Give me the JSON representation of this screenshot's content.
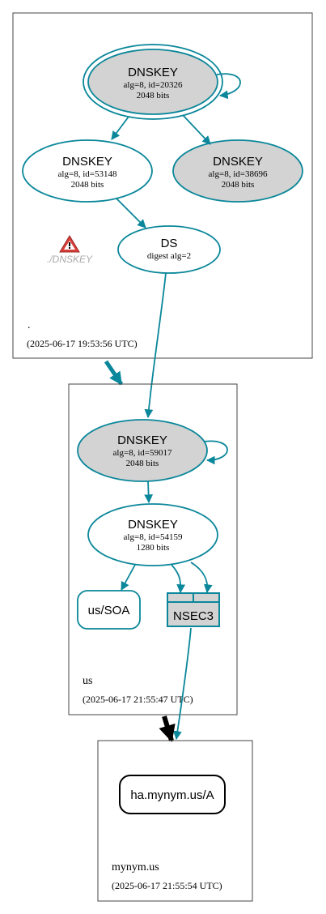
{
  "zones": {
    "root": {
      "label": ".",
      "timestamp": "(2025-06-17 19:53:56 UTC)"
    },
    "us": {
      "label": "us",
      "timestamp": "(2025-06-17 21:55:47 UTC)"
    },
    "mynym": {
      "label": "mynym.us",
      "timestamp": "(2025-06-17 21:55:54 UTC)"
    }
  },
  "nodes": {
    "root_ksk": {
      "title": "DNSKEY",
      "line1": "alg=8, id=20326",
      "line2": "2048 bits"
    },
    "root_zsk1": {
      "title": "DNSKEY",
      "line1": "alg=8, id=53148",
      "line2": "2048 bits"
    },
    "root_zsk2": {
      "title": "DNSKEY",
      "line1": "alg=8, id=38696",
      "line2": "2048 bits"
    },
    "ds": {
      "title": "DS",
      "line1": "digest alg=2"
    },
    "warning": {
      "label": "./DNSKEY"
    },
    "us_ksk": {
      "title": "DNSKEY",
      "line1": "alg=8, id=59017",
      "line2": "2048 bits"
    },
    "us_zsk": {
      "title": "DNSKEY",
      "line1": "alg=8, id=54159",
      "line2": "1280 bits"
    },
    "us_soa": {
      "label": "us/SOA"
    },
    "nsec3": {
      "label": "NSEC3"
    },
    "a_record": {
      "label": "ha.mynym.us/A"
    }
  },
  "colors": {
    "edge": "#0a879a",
    "border": "#0a879a",
    "fill_gray": "#d3d3d3",
    "warning_red": "#d9403b",
    "warning_text": "#aaaaaa",
    "black": "#000000"
  }
}
